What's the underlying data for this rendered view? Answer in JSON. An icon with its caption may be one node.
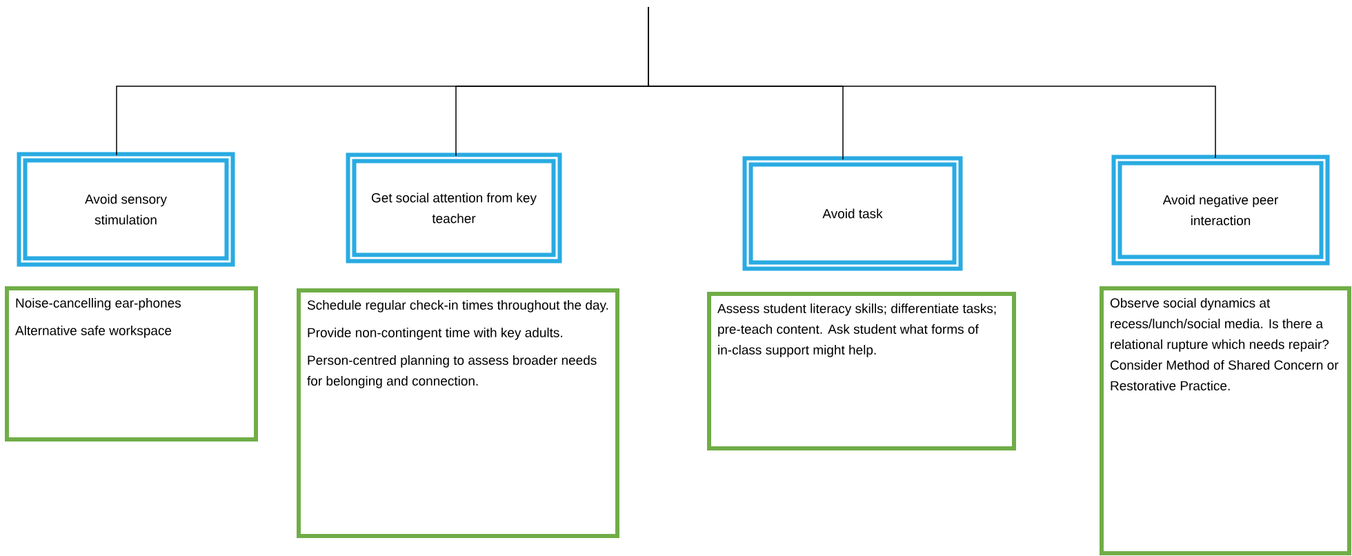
{
  "diagram": {
    "nodes": [
      {
        "text": [
          "Avoid sensory stimulation"
        ]
      },
      {
        "text": [
          "Get social attention from key teacher"
        ]
      },
      {
        "text": [
          "Avoid task"
        ]
      },
      {
        "text": [
          "Avoid negative peer interaction"
        ]
      },
      {
        "text": [
          "Noise-cancelling ear-phones",
          "Alternative safe workspace"
        ]
      },
      {
        "text": [
          "Schedule regular check-in times throughout the day.",
          "Provide non-contingent time with key adults.",
          "Person-centred planning to assess broader needs for belonging and connection."
        ]
      },
      {
        "text": [
          "Assess student literacy skills; differentiate tasks; pre-teach content. Ask student what forms of in-class support might help."
        ]
      },
      {
        "text": [
          "Observe social dynamics at recess/lunch/social media. Is there a relational rupture which needs repair? Consider Method of Shared Concern or Restorative Practice."
        ]
      }
    ],
    "edges": [
      {
        "from": null,
        "to": 0,
        "arrow": "none"
      },
      {
        "from": null,
        "to": 1,
        "arrow": "none"
      },
      {
        "from": null,
        "to": 2,
        "arrow": "none"
      },
      {
        "from": null,
        "to": 3,
        "arrow": "none"
      }
    ]
  }
}
